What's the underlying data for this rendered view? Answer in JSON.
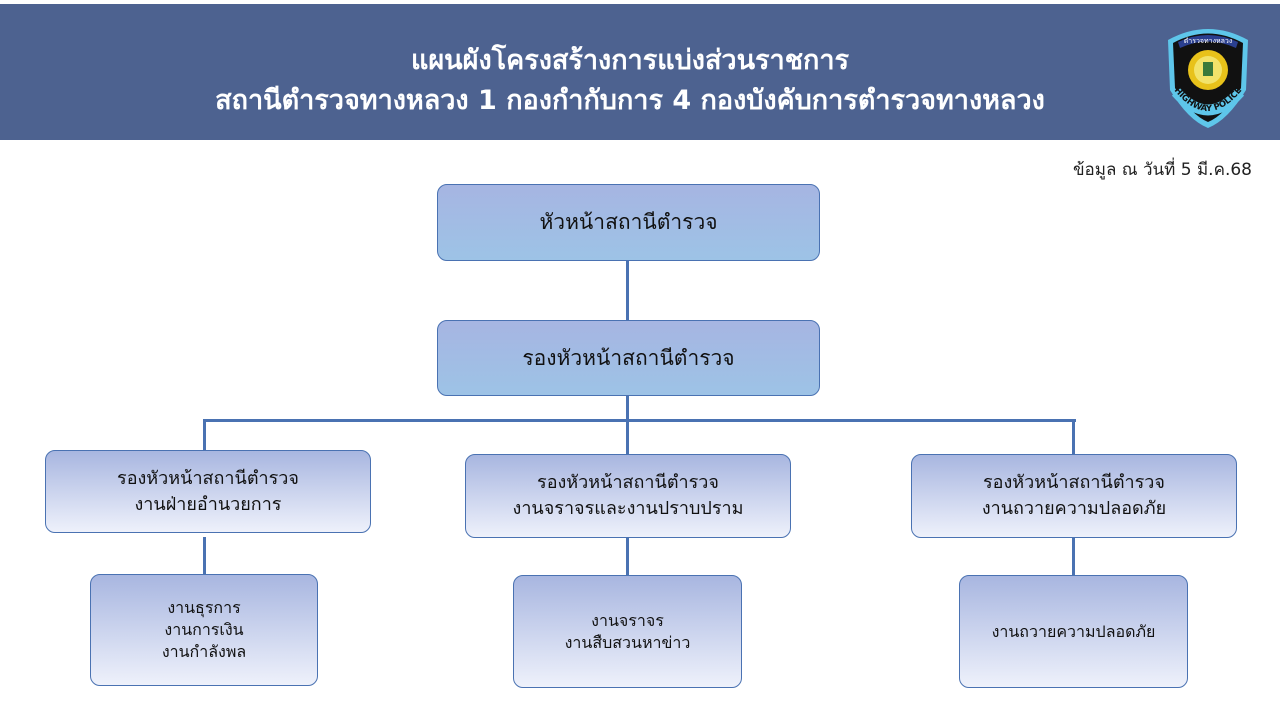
{
  "header": {
    "title_line1": "แผนผังโครงสร้างการแบ่งส่วนราชการ",
    "title_line2": "สถานีตำรวจทางหลวง 1 กองกำกับการ 4 กองบังคับการตำรวจทางหลวง",
    "badge_text": "HIGHWAY POLICE",
    "badge_top_text": "ตำรวจทางหลวง"
  },
  "date": "ข้อมูล ณ วันที่ 5 มี.ค.68",
  "org": {
    "head": "หัวหน้าสถานีตำรวจ",
    "deputy": "รองหัวหน้าสถานีตำรวจ",
    "branches": [
      {
        "title": "รองหัวหน้าสถานีตำรวจ",
        "subtitle": "งานฝ่ายอำนวยการ",
        "units": [
          "งานธุรการ",
          "งานการเงิน",
          "งานกำลังพล"
        ]
      },
      {
        "title": "รองหัวหน้าสถานีตำรวจ",
        "subtitle": "งานจราจรและงานปราบปราม",
        "units": [
          "งานจราจร",
          "งานสืบสวนหาข่าว"
        ]
      },
      {
        "title": "รองหัวหน้าสถานีตำรวจ",
        "subtitle": "งานถวายความปลอดภัย",
        "units": [
          "งานถวายความปลอดภัย"
        ]
      }
    ]
  },
  "colors": {
    "header": "#4d6290",
    "line": "#4a72b2"
  }
}
